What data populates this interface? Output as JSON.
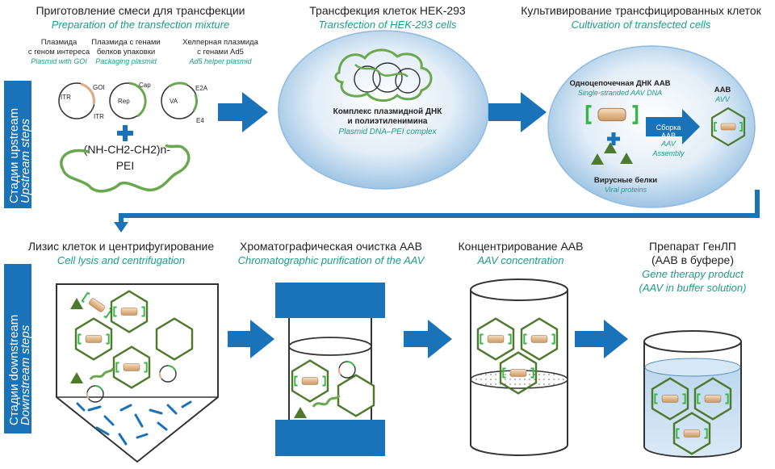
{
  "sidebar": {
    "upstream_ru": "Стадии upstream",
    "upstream_en": "Upstream steps",
    "downstream_ru": "Стадии downstream",
    "downstream_en": "Downstream steps"
  },
  "step1": {
    "title_ru": "Приготовление смеси для трансфекции",
    "title_en": "Preparation of the transfection mixture",
    "plasmid_goi_ru_1": "Плазмида",
    "plasmid_goi_ru_2": "с геном интереса",
    "plasmid_goi_en": "Plasmid with GOI",
    "plasmid_pack_ru_1": "Плазмида с генами",
    "plasmid_pack_ru_2": "белков упаковки",
    "plasmid_pack_en": "Packaging plasmid",
    "plasmid_helper_ru_1": "Хелперная плазмида",
    "plasmid_helper_ru_2": "с генами Ad5",
    "plasmid_helper_en": "Ad5 helper plasmid",
    "label_itr1": "ITR",
    "label_goi": "GOI",
    "label_itr2": "ITR",
    "label_rep": "Rep",
    "label_cap": "Cap",
    "label_va": "VA",
    "label_e2a": "E2A",
    "label_e4": "E4",
    "pei_formula": "-(NH-CH2-CH2)n-",
    "pei_label": "PEI"
  },
  "step2": {
    "title_ru": "Трансфекция клеток HEK-293",
    "title_en": "Transfection of HEK-293 cells",
    "complex_ru_1": "Комплекс плазмидной ДНК",
    "complex_ru_2": "и полиэтиленимина",
    "complex_en": "Plasmid DNA–PEI complex"
  },
  "step3": {
    "title_ru": "Культивирование трансфицированных клеток",
    "title_en": "Cultivation of transfected cells",
    "ssdna_ru": "Одноцепочечная ДНК ААВ",
    "ssdna_en": "Single-stranded AAV DNA",
    "assembly_ru_1": "Сборка",
    "assembly_ru_2": "ААВ",
    "assembly_en_1": "AAV",
    "assembly_en_2": "Assembly",
    "viral_proteins_ru": "Вирусные белки",
    "viral_proteins_en": "Viral proteins",
    "aav_ru": "ААВ",
    "aav_en": "AVV"
  },
  "step4": {
    "title_ru": "Лизис клеток и центрифугирование",
    "title_en": "Cell lysis and centrifugation"
  },
  "step5": {
    "title_ru": "Хроматографическая очистка ААВ",
    "title_en": "Chromatographic purification of the AAV"
  },
  "step6": {
    "title_ru": "Концентрирование ААВ",
    "title_en": "AAV concentration"
  },
  "step7": {
    "title_ru_1": "Препарат ГенЛП",
    "title_ru_2": "(ААВ в буфере)",
    "title_en_1": "Gene therapy product",
    "title_en_2": "(AAV in buffer solution)"
  },
  "colors": {
    "blue": "#1a72b8",
    "light_blue": "#cfe3f3",
    "green": "#6aa84f",
    "dark_green": "#4f7a2e",
    "teal_text": "#1f9a8a",
    "capsule": "#e8c9a6"
  }
}
